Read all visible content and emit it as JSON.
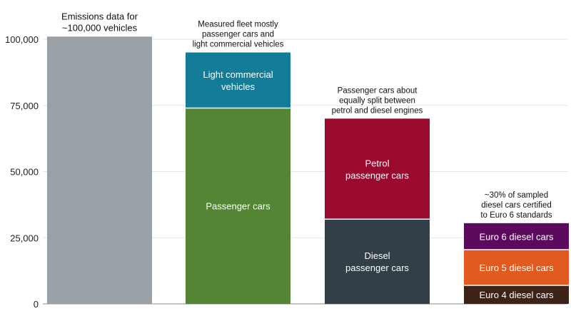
{
  "chart_data": {
    "type": "bar",
    "stacked": true,
    "ylim": [
      0,
      100000
    ],
    "yticks": [
      0,
      25000,
      50000,
      75000,
      100000
    ],
    "ytick_labels": [
      "0",
      "25,000",
      "50,000",
      "75,000",
      "100,000"
    ],
    "grid": "horizontal",
    "bars": [
      {
        "id": "total",
        "annotation": [
          "Emissions data for",
          "~100,000 vehicles"
        ],
        "segments": [
          {
            "label": [],
            "value": 101000,
            "color": "#9aa1a6"
          }
        ]
      },
      {
        "id": "fleet",
        "annotation": [
          "Measured fleet mostly",
          "passenger cars and",
          "light commercial vehicles"
        ],
        "segments": [
          {
            "label": [
              "Passenger cars"
            ],
            "value": 74000,
            "color": "#538534"
          },
          {
            "label": [
              "Light commercial",
              "vehicles"
            ],
            "value": 21000,
            "color": "#137c99"
          }
        ]
      },
      {
        "id": "passenger",
        "annotation": [
          "Passenger cars about",
          "equally split between",
          "petrol and diesel engines"
        ],
        "segments": [
          {
            "label": [
              "Diesel",
              "passenger cars"
            ],
            "value": 32000,
            "color": "#323f47"
          },
          {
            "label": [
              "Petrol",
              "passenger cars"
            ],
            "value": 38000,
            "color": "#9a0a2e"
          }
        ]
      },
      {
        "id": "diesel",
        "annotation": [
          "~30% of sampled",
          "diesel cars certified",
          "to Euro 6 standards"
        ],
        "segments": [
          {
            "label": [
              "Euro 4 diesel cars"
            ],
            "value": 7000,
            "color": "#3d2218"
          },
          {
            "label": [
              "Euro 5 diesel cars"
            ],
            "value": 13500,
            "color": "#e15a20"
          },
          {
            "label": [
              "Euro 6 diesel cars"
            ],
            "value": 10000,
            "color": "#5b0a5e"
          }
        ]
      }
    ]
  }
}
